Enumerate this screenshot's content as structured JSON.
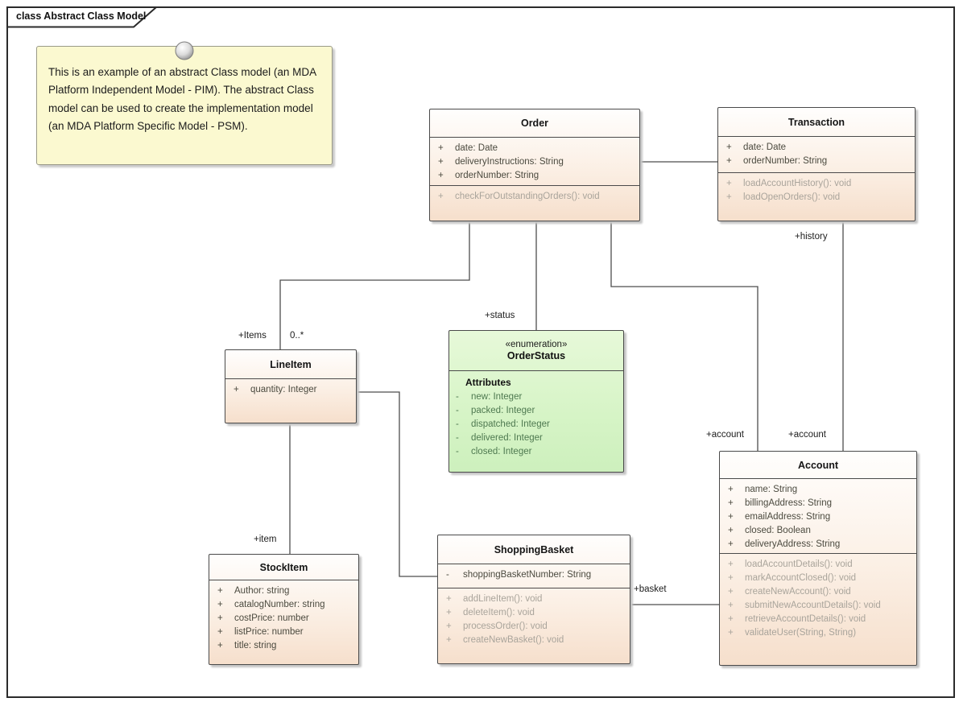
{
  "frame": {
    "title": "class Abstract Class Model"
  },
  "note": {
    "text": "This is an example of an abstract Class model (an MDA Platform Independent Model - PIM). The abstract Class model can be used to create the implementation model (an MDA Platform Specific Model - PSM)."
  },
  "classes": {
    "order": {
      "name": "Order",
      "attributes": [
        {
          "vis": "+",
          "text": "date: Date"
        },
        {
          "vis": "+",
          "text": "deliveryInstructions: String"
        },
        {
          "vis": "+",
          "text": "orderNumber: String"
        }
      ],
      "operations": [
        {
          "vis": "+",
          "text": "checkForOutstandingOrders(): void"
        }
      ]
    },
    "transaction": {
      "name": "Transaction",
      "attributes": [
        {
          "vis": "+",
          "text": "date: Date"
        },
        {
          "vis": "+",
          "text": "orderNumber: String"
        }
      ],
      "operations": [
        {
          "vis": "+",
          "text": "loadAccountHistory(): void"
        },
        {
          "vis": "+",
          "text": "loadOpenOrders(): void"
        }
      ]
    },
    "lineitem": {
      "name": "LineItem",
      "attributes": [
        {
          "vis": "+",
          "text": "quantity: Integer"
        }
      ],
      "operations": []
    },
    "stockitem": {
      "name": "StockItem",
      "attributes": [
        {
          "vis": "+",
          "text": "Author: string"
        },
        {
          "vis": "+",
          "text": "catalogNumber: string"
        },
        {
          "vis": "+",
          "text": "costPrice: number"
        },
        {
          "vis": "+",
          "text": "listPrice: number"
        },
        {
          "vis": "+",
          "text": "title: string"
        }
      ],
      "operations": []
    },
    "shoppingbasket": {
      "name": "ShoppingBasket",
      "attributes": [
        {
          "vis": "-",
          "text": "shoppingBasketNumber: String"
        }
      ],
      "operations": [
        {
          "vis": "+",
          "text": "addLineItem(): void"
        },
        {
          "vis": "+",
          "text": "deleteItem(): void"
        },
        {
          "vis": "+",
          "text": "processOrder(): void"
        },
        {
          "vis": "+",
          "text": "createNewBasket(): void"
        }
      ]
    },
    "account": {
      "name": "Account",
      "attributes": [
        {
          "vis": "+",
          "text": "name: String"
        },
        {
          "vis": "+",
          "text": "billingAddress: String"
        },
        {
          "vis": "+",
          "text": "emailAddress: String"
        },
        {
          "vis": "+",
          "text": "closed: Boolean"
        },
        {
          "vis": "+",
          "text": "deliveryAddress: String"
        }
      ],
      "operations": [
        {
          "vis": "+",
          "text": "loadAccountDetails(): void"
        },
        {
          "vis": "+",
          "text": "markAccountClosed(): void"
        },
        {
          "vis": "+",
          "text": "createNewAccount(): void"
        },
        {
          "vis": "+",
          "text": "submitNewAccountDetails(): void"
        },
        {
          "vis": "+",
          "text": "retrieveAccountDetails(): void"
        },
        {
          "vis": "+",
          "text": "validateUser(String, String)"
        }
      ]
    }
  },
  "enumeration": {
    "stereotype": "«enumeration»",
    "name": "OrderStatus",
    "section_label": "Attributes",
    "attributes": [
      {
        "vis": "-",
        "text": "new: Integer"
      },
      {
        "vis": "-",
        "text": "packed: Integer"
      },
      {
        "vis": "-",
        "text": "dispatched: Integer"
      },
      {
        "vis": "-",
        "text": "delivered: Integer"
      },
      {
        "vis": "-",
        "text": "closed: Integer"
      }
    ]
  },
  "connector_labels": {
    "items_role": "+Items",
    "items_multiplicity": "0..*",
    "status": "+status",
    "history": "+history",
    "account_from_order": "+account",
    "account_from_transaction": "+account",
    "item": "+item",
    "basket": "+basket"
  },
  "icons": {
    "note_pin": "pin-icon"
  },
  "colors": {
    "class_fill_top": "#FFFEFD",
    "class_fill_bottom": "#F6DFCC",
    "enum_fill_top": "#E7F9D9",
    "enum_fill_bottom": "#CDF0BD",
    "note_fill": "#FBF9D0",
    "attribute_text": "#4B4A3F",
    "operation_text": "#A9A49B",
    "enum_attribute_text": "#4E7950",
    "line_color": "#4D4D4D",
    "frame_border": "#2B2B2B"
  }
}
